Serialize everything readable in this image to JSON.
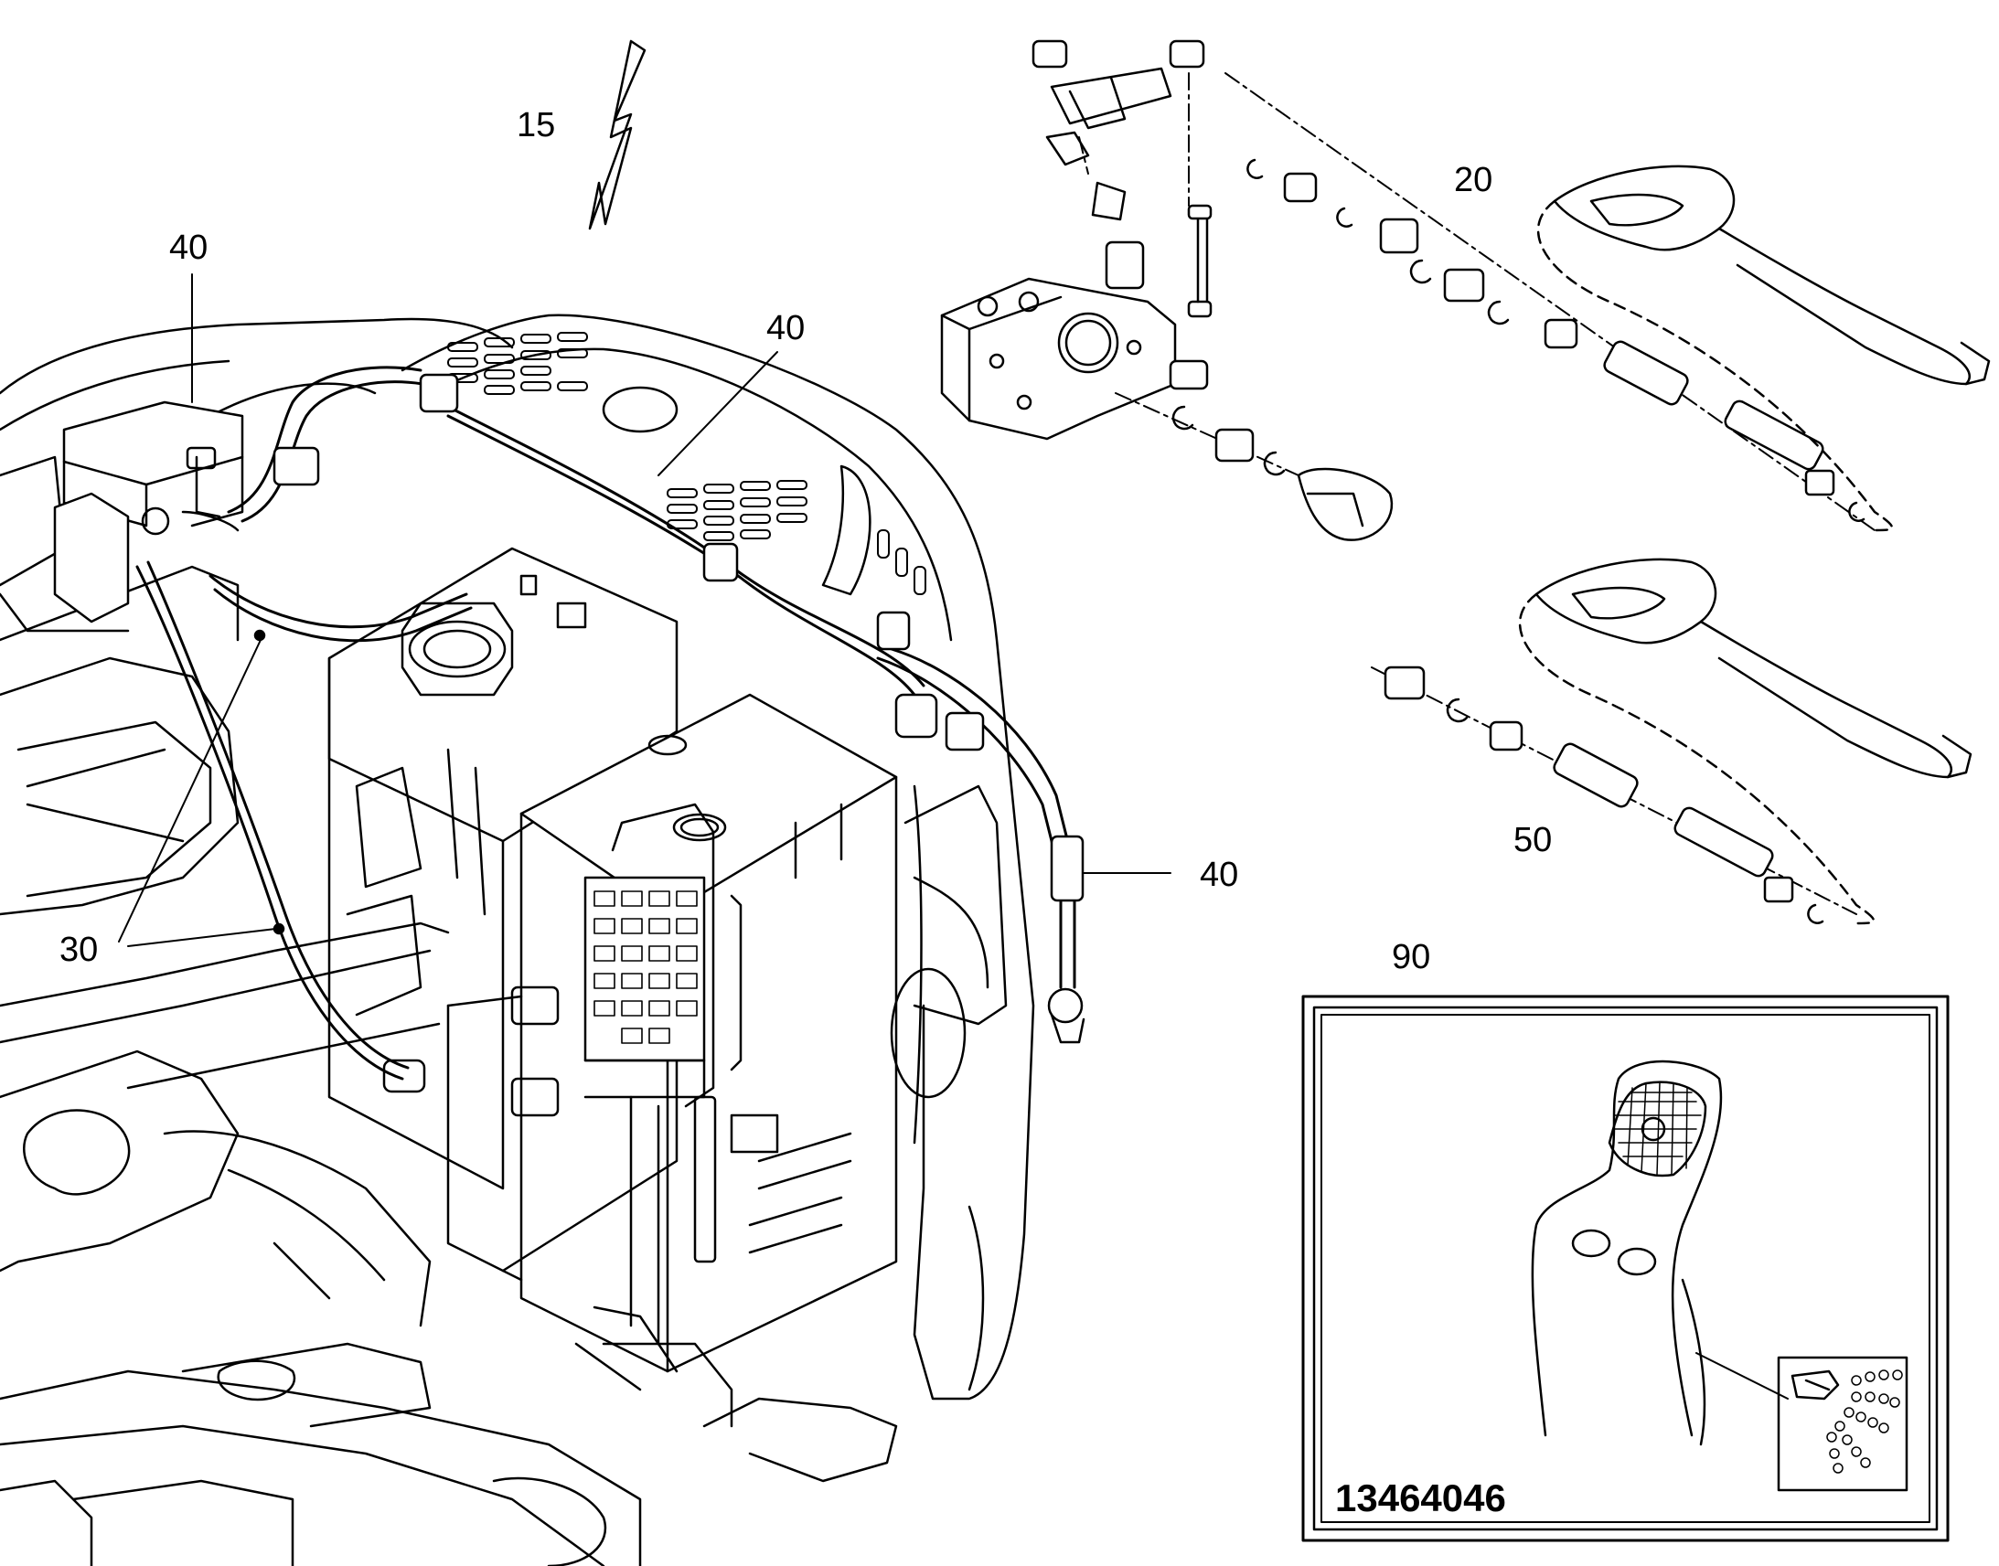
{
  "callouts": {
    "c15": "15",
    "c40_left": "40",
    "c40_top": "40",
    "c40_right": "40",
    "c30": "30",
    "c20": "20",
    "c50": "50",
    "c90": "90"
  },
  "decal": {
    "part_number": "13464046"
  }
}
